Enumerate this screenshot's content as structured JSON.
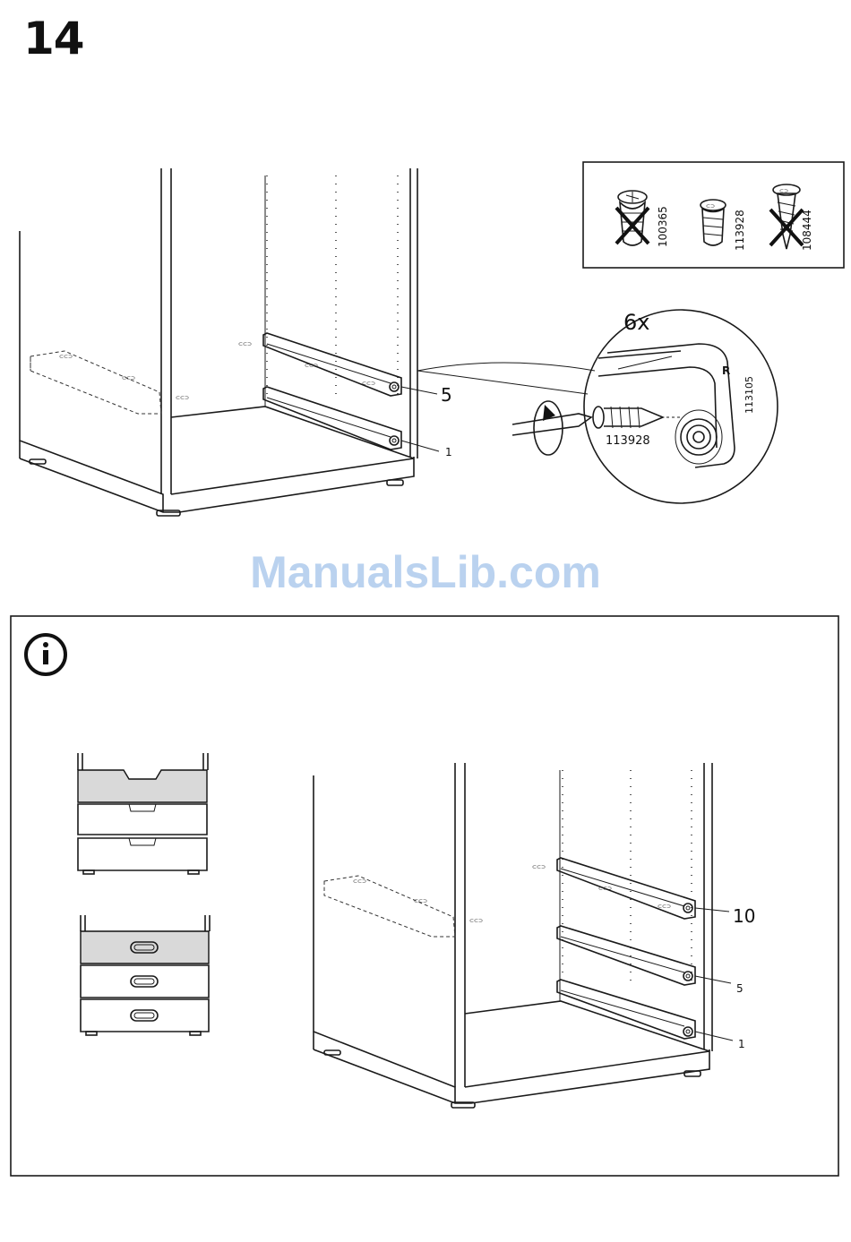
{
  "step": {
    "number": "14"
  },
  "watermark": {
    "text": "ManualsLib.com"
  },
  "screws": {
    "panel": [
      {
        "code": "100365",
        "crossed": true,
        "icon": "cam-screw-icon"
      },
      {
        "code": "113928",
        "crossed": false,
        "icon": "euro-screw-icon"
      },
      {
        "code": "108444",
        "crossed": true,
        "icon": "wood-screw-icon"
      }
    ]
  },
  "detail": {
    "quantity": "6x",
    "screw_code": "113928",
    "rail_code": "113105",
    "rail_mark": "R"
  },
  "top_diagram": {
    "callout_upper": "5",
    "callout_lower": "1"
  },
  "info_box": {
    "icon": "info-icon",
    "callout_top": "10",
    "callout_mid": "5",
    "callout_bottom": "1"
  }
}
